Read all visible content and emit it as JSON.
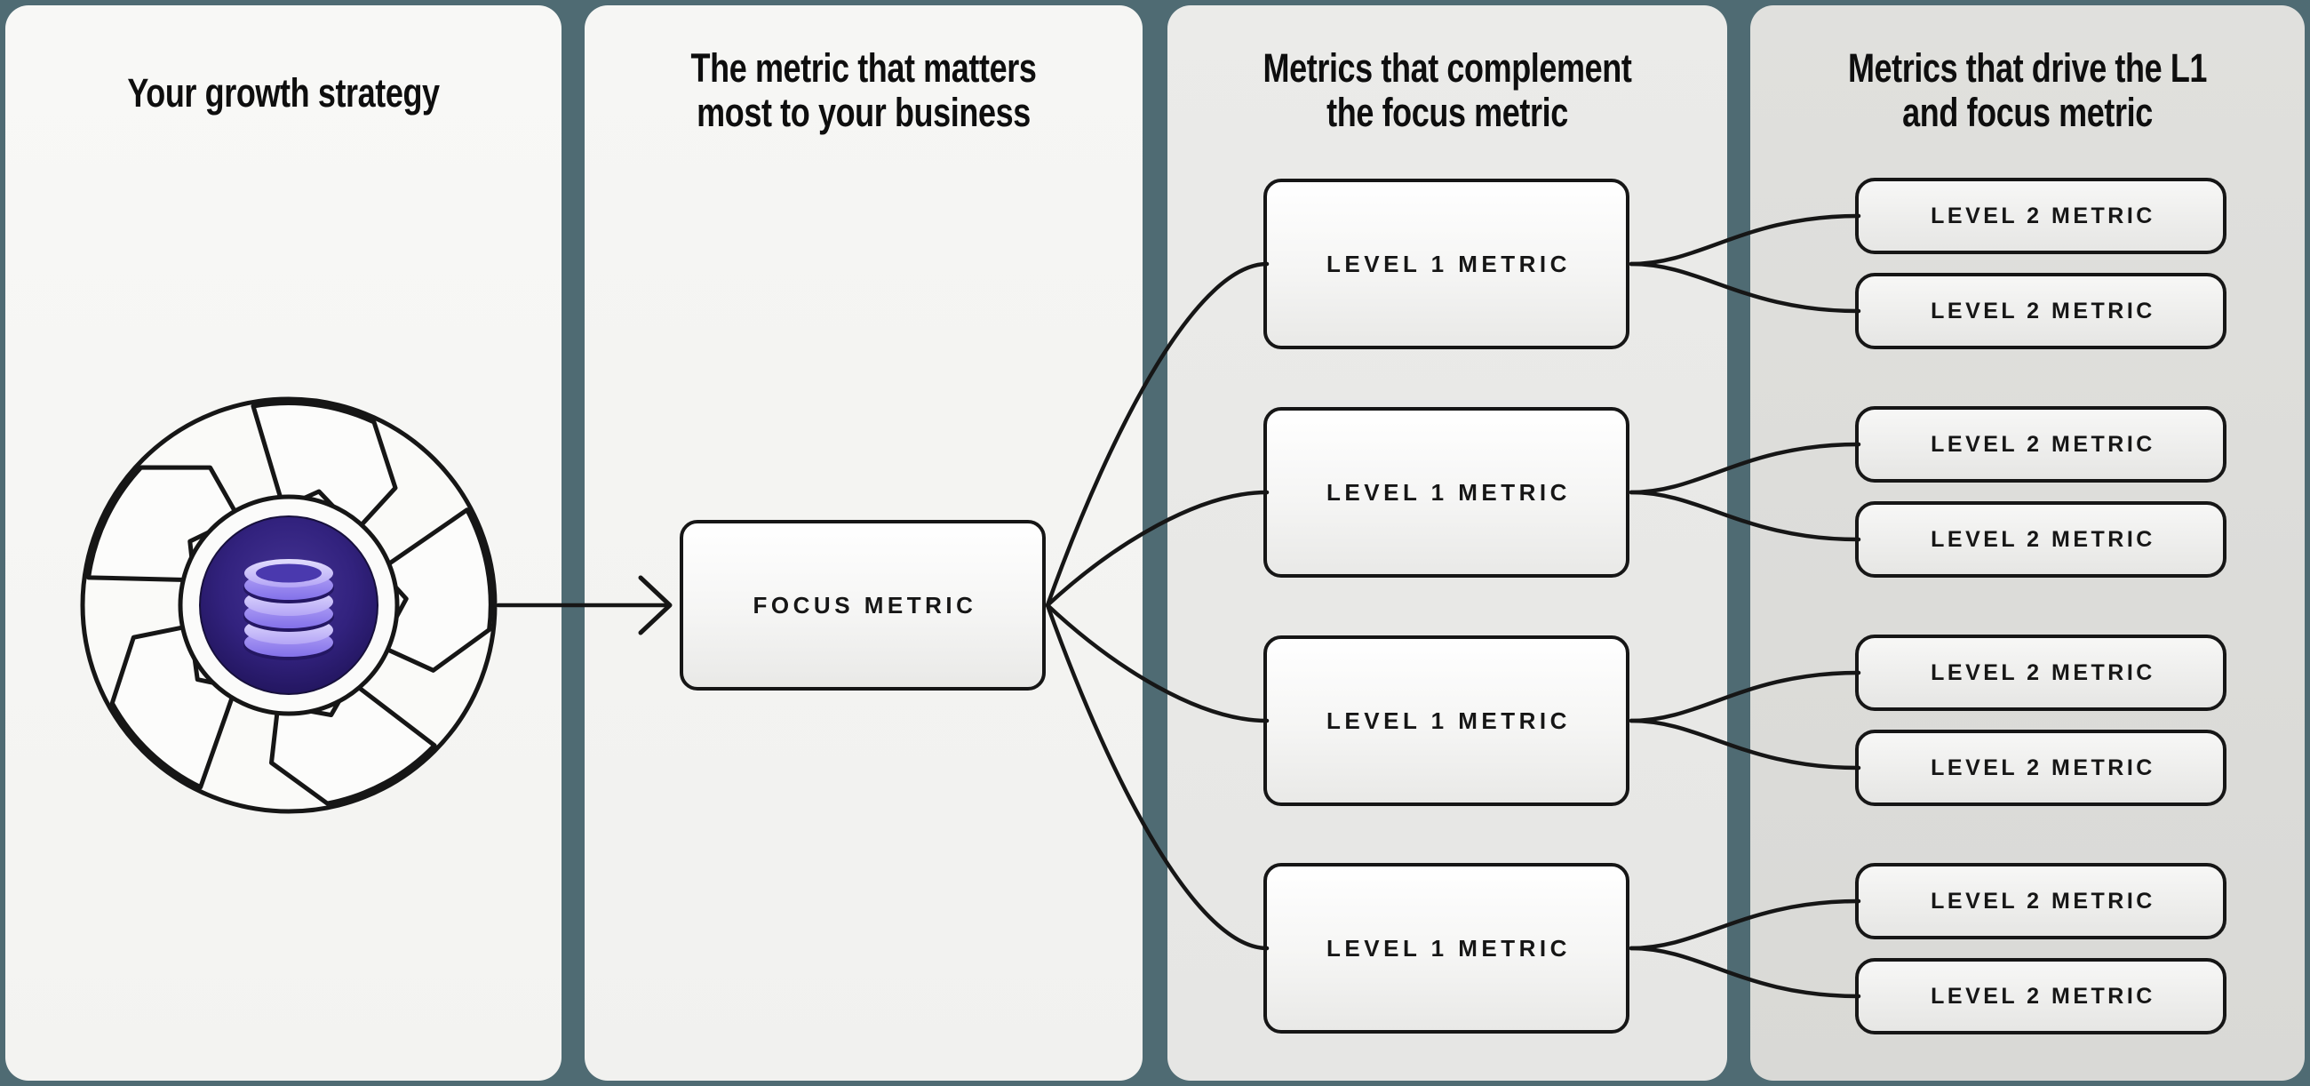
{
  "colors": {
    "background_teal": "#4f6b73",
    "line_black": "#161616",
    "panel_1_bg": "#f6f6f4",
    "panel_2_bg": "#f4f4f2",
    "panel_3_bg": "#e9e9e7",
    "panel_4_bg": "#dcdcda",
    "core_purple_dark": "#20135a",
    "core_purple_mid": "#3a2a8e",
    "db_lavender_light": "#d9d3fd",
    "db_lavender_mid": "#a392f3",
    "db_lavender_deep": "#8371e9"
  },
  "icons": {
    "hero": "growth-loop-shutter-icon",
    "hero_center": "database-icon",
    "arrow": "arrow-right-icon"
  },
  "panels": [
    {
      "title": "Your growth strategy"
    },
    {
      "title": "The metric that matters most to your business"
    },
    {
      "title": "Metrics that complement the focus metric"
    },
    {
      "title": "Metrics that drive the L1 and focus metric"
    }
  ],
  "focus_node": {
    "label": "FOCUS METRIC"
  },
  "level1_nodes": [
    {
      "label": "LEVEL 1 METRIC"
    },
    {
      "label": "LEVEL 1 METRIC"
    },
    {
      "label": "LEVEL 1 METRIC"
    },
    {
      "label": "LEVEL 1 METRIC"
    }
  ],
  "level2_nodes": [
    {
      "label": "LEVEL 2 METRIC"
    },
    {
      "label": "LEVEL 2 METRIC"
    },
    {
      "label": "LEVEL 2 METRIC"
    },
    {
      "label": "LEVEL 2 METRIC"
    },
    {
      "label": "LEVEL 2 METRIC"
    },
    {
      "label": "LEVEL 2 METRIC"
    },
    {
      "label": "LEVEL 2 METRIC"
    },
    {
      "label": "LEVEL 2 METRIC"
    }
  ]
}
